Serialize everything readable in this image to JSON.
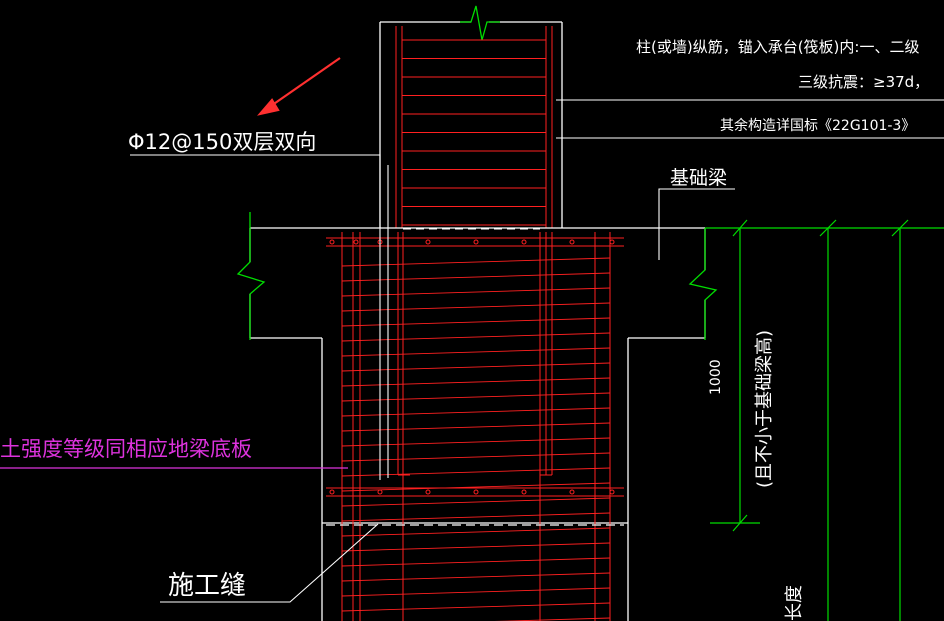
{
  "drawing": {
    "background": "#000000",
    "colors": {
      "outline": "#ffffff",
      "rebar": "#ff2020",
      "dimension": "#00dd00",
      "annotation_magenta": "#dd33dd",
      "arrow": "#ff3030"
    },
    "notes": {
      "line1": "柱(或墙)纵筋，锚入承台(筏板)内:一、二级",
      "line2": "三级抗震：≥37d，",
      "line3": "其余构造详国标《22G101-3》"
    },
    "labels": {
      "rebar_spec": "Φ12@150双层双向",
      "foundation_beam": "基础梁",
      "concrete_grade_note": "土强度等级同相应地梁底板",
      "construction_joint": "施工缝",
      "dim_value": "1000",
      "dim_note": "(且不小于基础梁高)",
      "bottom_right_partial": "长度"
    }
  }
}
